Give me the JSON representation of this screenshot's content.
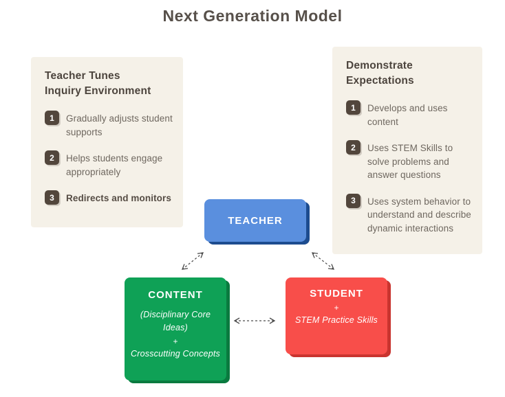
{
  "title": "Next Generation Model",
  "left_panel": {
    "title_line1": "Teacher Tunes",
    "title_line2": "Inquiry  Environment",
    "items": [
      {
        "num": "1",
        "text": "Gradually adjusts student supports"
      },
      {
        "num": "2",
        "text": "Helps students engage appropriately"
      },
      {
        "num": "3",
        "text": "Redirects and monitors"
      }
    ]
  },
  "right_panel": {
    "title_line1": "Demonstrate",
    "title_line2": "Expectations",
    "items": [
      {
        "num": "1",
        "text": "Develops and uses content"
      },
      {
        "num": "2",
        "text": "Uses STEM Skills to solve problems and answer questions"
      },
      {
        "num": "3",
        "text": "Uses system behavior to understand and describe dynamic interactions"
      }
    ]
  },
  "nodes": {
    "teacher": {
      "label": "TEACHER",
      "fill": "#5a8fde",
      "shadow": "#1d4c8f"
    },
    "content": {
      "label": "CONTENT",
      "sub1": "(Disciplinary Core Ideas)",
      "plus": "+",
      "sub2": "Crosscutting Concepts",
      "fill": "#0fa156",
      "shadow": "#0a7a3f"
    },
    "student": {
      "label": "STUDENT",
      "plus": "+",
      "sub1": "STEM Practice Skills",
      "fill": "#f84e4a",
      "shadow": "#c9342f"
    }
  },
  "colors": {
    "panel_bg": "#f5f1e8",
    "badge_bg": "#52463c",
    "title_text": "#57504a",
    "body_text": "#6e675f",
    "arrow": "#4a4a4a"
  }
}
